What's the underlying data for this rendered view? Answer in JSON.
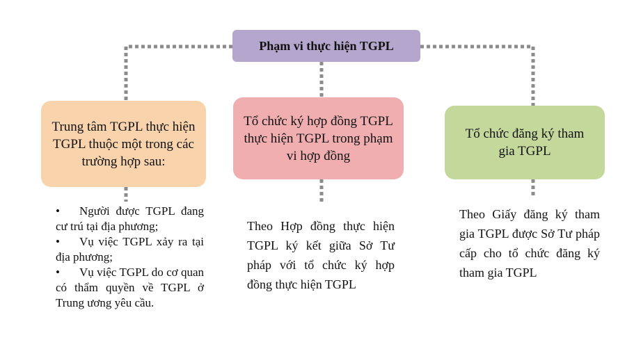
{
  "root": {
    "label": "Phạm vi thực hiện TGPL"
  },
  "branches": [
    {
      "title": "Trung tâm TGPL thực hiện TGPL thuộc một trong các trường hợp sau:",
      "items": [
        "Người được TGPL đang cư trú tại địa phương;",
        "Vụ việc TGPL xảy ra tại địa phương;",
        "Vụ việc TGPL do cơ quan có thẩm quyền về TGPL ở Trung ương yêu cầu."
      ]
    },
    {
      "title": "Tổ chức ký hợp đồng TGPL thực hiện TGPL trong phạm vi hợp đồng",
      "description": "Theo Hợp đồng thực hiện TGPL ký kết giữa Sở Tư pháp với tổ chức ký hợp đồng thực hiện TGPL"
    },
    {
      "title": "Tổ chức đăng ký tham gia TGPL",
      "description": "Theo Giấy đăng ký tham gia TGPL được Sở Tư pháp cấp cho tổ chức đăng ký tham gia TGPL"
    }
  ],
  "colors": {
    "root": "#b4a6cc",
    "branch_1": "#f9d3ab",
    "branch_2": "#f0aeb0",
    "branch_3": "#c5d89b",
    "connector": "#8c8c8c"
  }
}
